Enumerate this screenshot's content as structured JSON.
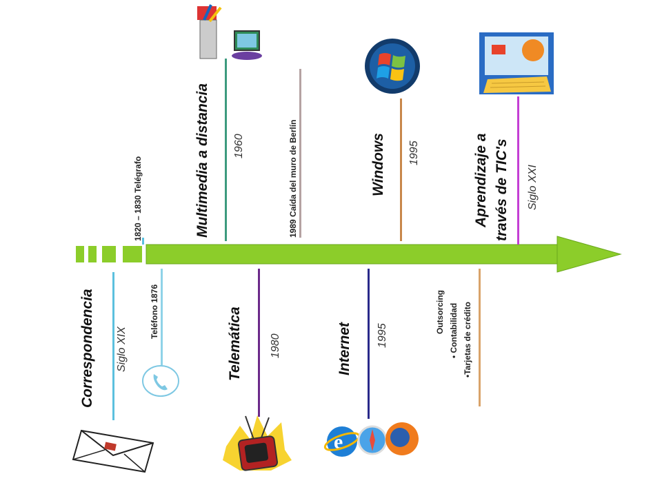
{
  "colors": {
    "arrow": "#8ccd2a",
    "arrow_dark": "#6aa81c",
    "correspondencia": "#5bc0de",
    "telefono": "#8fd3e8",
    "telegrafo": "#5bc0de",
    "multimedia": "#3c9a7e",
    "berlin": "#b5a3a3",
    "telematica": "#6b2a8a",
    "internet": "#2a2a8a",
    "windows": "#c8874a",
    "outsourcing": "#d9a36a",
    "aprendizaje": "#c43fd4"
  },
  "top": {
    "telegrafo": "1820 – 1830 Telégrafo",
    "multimedia": "Multimedia a distancia",
    "multimedia_year": "1960",
    "berlin": "1989 Caída del muro de Berlín",
    "windows": "Windows",
    "windows_year": "1995",
    "aprendizaje_1": "Aprendizaje a",
    "aprendizaje_2": "través de TIC's",
    "aprendizaje_year": "Siglo XXI"
  },
  "bottom": {
    "correspondencia": "Correspondencia",
    "correspondencia_year": "Siglo XIX",
    "telefono": "Teléfono 1876",
    "telematica": "Telemática",
    "telematica_year": "1980",
    "internet": "Internet",
    "internet_year": "1995",
    "outsourcing_1": "Outsorcing",
    "outsourcing_2": "• Contabilidad",
    "outsourcing_3": "•Tarjetas de crédito"
  },
  "icons": {
    "envelope": "envelope-icon",
    "phone": "phone-icon",
    "tv": "tv-icon",
    "browsers": "browser-logos-icon",
    "office": "office-tools-icon",
    "windows": "windows-logo-icon",
    "elearning": "elearning-screen-icon"
  }
}
